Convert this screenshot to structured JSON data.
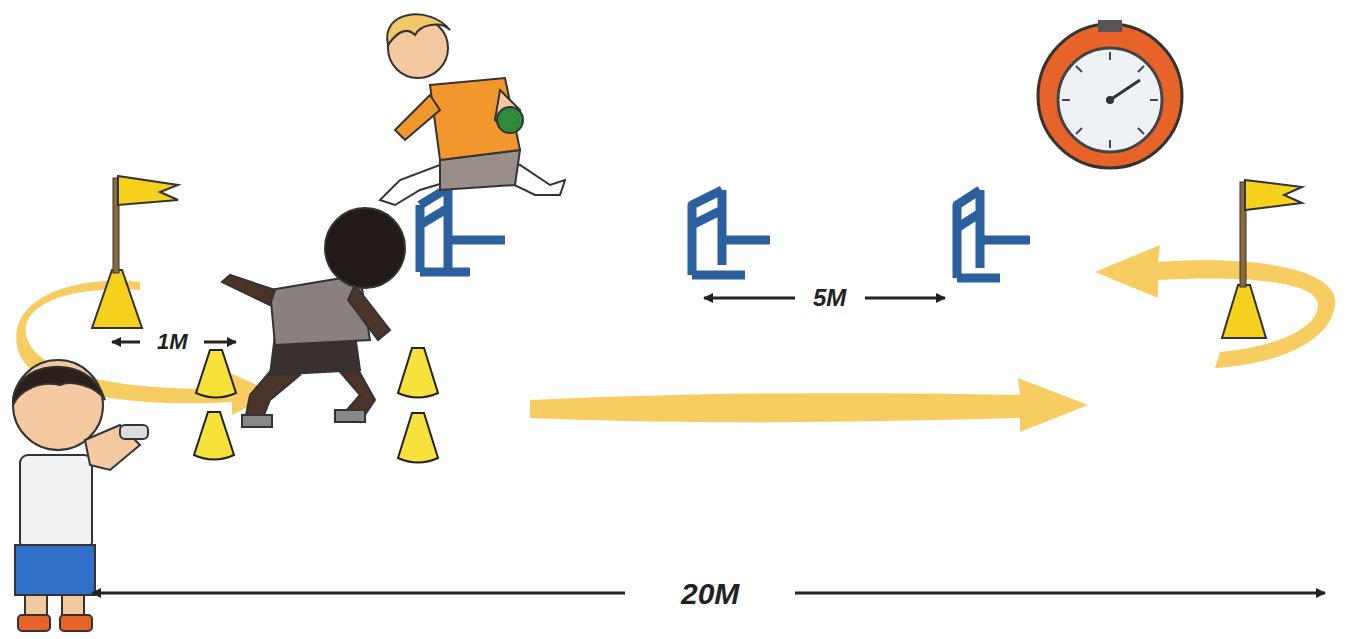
{
  "diagram": {
    "labels": [
      "1M",
      "5M",
      "20M"
    ]
  }
}
